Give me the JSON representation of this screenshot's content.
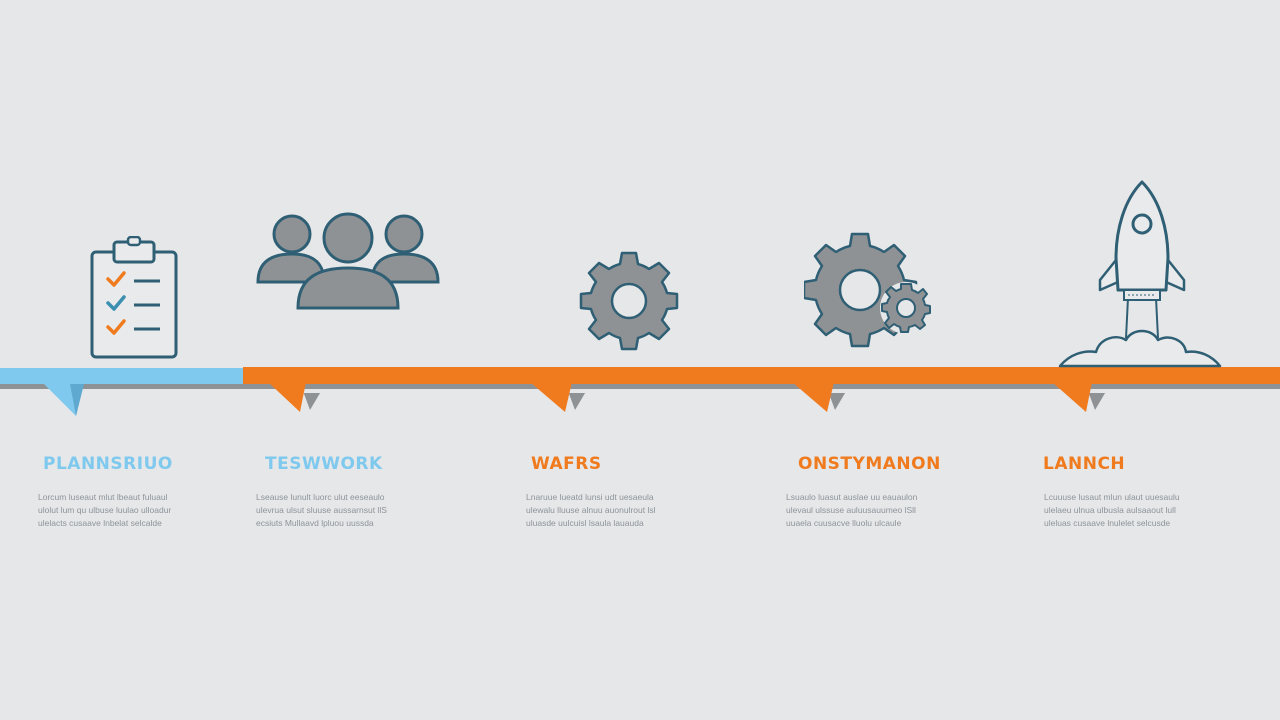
{
  "colors": {
    "background": "#e6e7e8",
    "accent_blue": "#7fc9ef",
    "accent_orange": "#f07b1f",
    "outline": "#2f5f74",
    "fill_gray": "#8f9295",
    "desc_text": "#8c949b"
  },
  "stages": [
    {
      "icon": "clipboard-checklist-icon",
      "title": "PLANNSRIUO",
      "title_color": "#7fc9ef",
      "desc": [
        "Lorcum luseaut mlut lbeaut fuluaul",
        "ulolut lum qu ulbuse luulao ulloadur",
        "ulelacts cusaave lnbelat selcalde"
      ]
    },
    {
      "icon": "team-people-icon",
      "title": "TESWWORK",
      "title_color": "#7fc9ef",
      "desc": [
        "Lseause lunult luorc ulut eeseaulo",
        "ulevrua ulsut sluuse aussarnsut llS",
        "ecsiuts Mullaavd lpluou uussda"
      ]
    },
    {
      "icon": "gear-icon",
      "title": "WAFRS",
      "title_color": "#f07b1f",
      "desc": [
        "Lnaruue lueatd lunsi udt uesaeula",
        "ulewalu lluuse alnuu auonulrout lsl",
        "uluasde uulcuisl lsaula lauauda"
      ]
    },
    {
      "icon": "gears-settings-icon",
      "title": "ONSTYMANON",
      "title_color": "#f07b1f",
      "desc": [
        "Lsuaulo luasut auslae uu eauaulon",
        "ulevaul ulssuse auluusauumeo lSll",
        "uuaela cuusacve lluolu ulcaule"
      ]
    },
    {
      "icon": "rocket-launch-icon",
      "title": "LANNCH",
      "title_color": "#f07b1f",
      "desc": [
        "Lcuuuse lusaut mlun ulaut uuesaulu",
        "ulelaeu ulnua ulbusla aulsaaout lull",
        "uleluas cusaave lnulelet selcusde"
      ]
    }
  ]
}
